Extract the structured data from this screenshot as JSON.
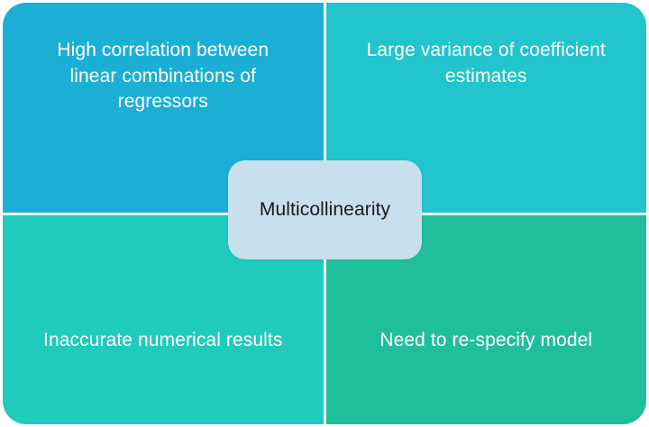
{
  "diagram": {
    "center": {
      "label": "Multicollinearity",
      "bg_color": "#C8DFEE",
      "text_color": "#1A1A1A"
    },
    "quadrants": [
      {
        "position": "top-left",
        "text": "High correlation between\nlinear combinations of\nregressors",
        "bg_color": "#1CAFD6",
        "text_color": "#FFFFFF"
      },
      {
        "position": "top-right",
        "text": "Large variance of coefficient\nestimates",
        "bg_color": "#22C4CE",
        "text_color": "#FFFFFF"
      },
      {
        "position": "bottom-left",
        "text": "Inaccurate numerical results",
        "bg_color": "#20CBBD",
        "text_color": "#FFFFFF"
      },
      {
        "position": "bottom-right",
        "text": "Need to re-specify model",
        "bg_color": "#20BF9B",
        "text_color": "#FFFFFF"
      }
    ],
    "page_background": "#FFFFFF",
    "divider_color": "#FFFFFF"
  }
}
